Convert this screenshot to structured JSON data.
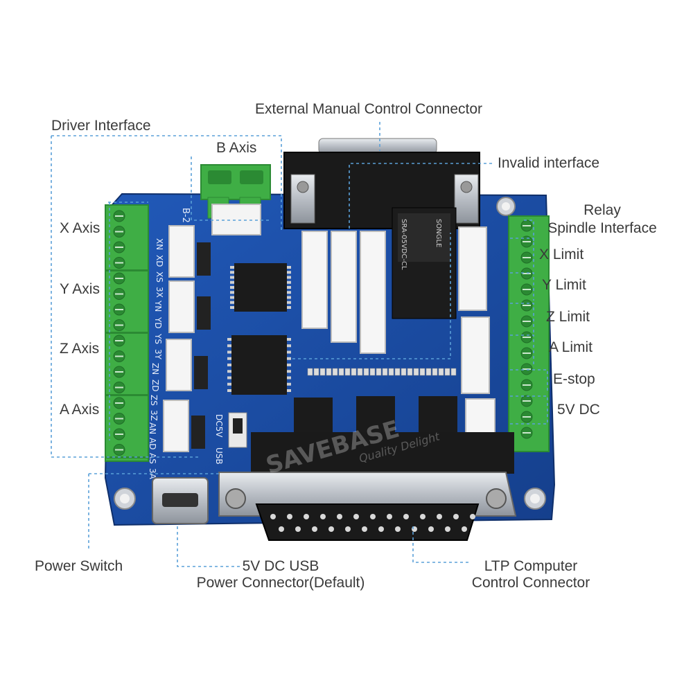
{
  "labels": {
    "external_manual": "External Manual Control Connector",
    "driver_interface": "Driver Interface",
    "b_axis": "B Axis",
    "invalid_interface": "Invalid interface",
    "relay_line1": "Relay",
    "relay_line2": "Spindle Interface",
    "x_axis": "X Axis",
    "y_axis": "Y Axis",
    "z_axis": "Z Axis",
    "a_axis": "A Axis",
    "x_limit": "X Limit",
    "y_limit": "Y Limit",
    "z_limit": "Z Limit",
    "a_limit": "A Limit",
    "e_stop": "E-stop",
    "five_v_dc": "5V DC",
    "power_switch": "Power Switch",
    "usb_line1": "5V DC USB",
    "usb_line2": "Power Connector(Default)",
    "ltp_line1": "LTP Computer",
    "ltp_line2": "Control Connector"
  },
  "board": {
    "silk_b2": "B-2",
    "silk_xn": "XN",
    "silk_xd": "XD",
    "silk_xs": "XS",
    "silk_3x": "3X",
    "silk_yn": "YN",
    "silk_yd": "YD",
    "silk_ys": "YS",
    "silk_3y": "3Y",
    "silk_zn": "ZN",
    "silk_zd": "ZD",
    "silk_zs": "ZS",
    "silk_3z": "3Z",
    "silk_an": "AN",
    "silk_ad": "AD",
    "silk_as": "AS",
    "silk_3a": "3A",
    "silk_usb": "USB",
    "silk_dc5v": "DC5V",
    "relay_model": "SRA-05VDC-CL",
    "relay_brand": "SONGLE",
    "watermark": "SAVEBASE",
    "watermark_sub": "Quality Delight"
  },
  "colors": {
    "pcb": "#1c4fa8",
    "pcb_dark": "#143a80",
    "terminal_green": "#3fae45",
    "terminal_dark": "#2b8a33",
    "callout_line": "#5aa0d8",
    "label_text": "#3a3a3a",
    "connector_black": "#1a1a1a",
    "metal": "#c8ccd2"
  }
}
